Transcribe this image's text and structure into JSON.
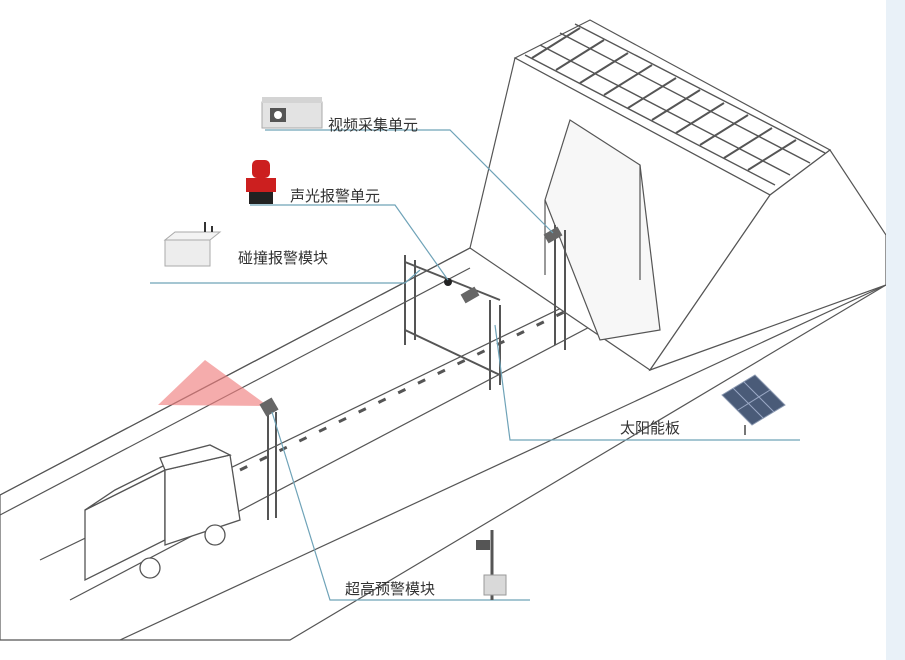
{
  "labels": {
    "video_capture": "视频采集单元",
    "sound_light_alarm": "声光报警单元",
    "collision_alarm": "碰撞报警模块",
    "solar_panel": "太阳能板",
    "height_warning": "超高预警模块"
  },
  "colors": {
    "line": "#444444",
    "callout_line": "#6fa3b8",
    "beam": "#f08080",
    "alarm_red": "#cc1f1f",
    "panel_blue": "#4a5b78",
    "accent_strip": "#e9f1f8"
  }
}
